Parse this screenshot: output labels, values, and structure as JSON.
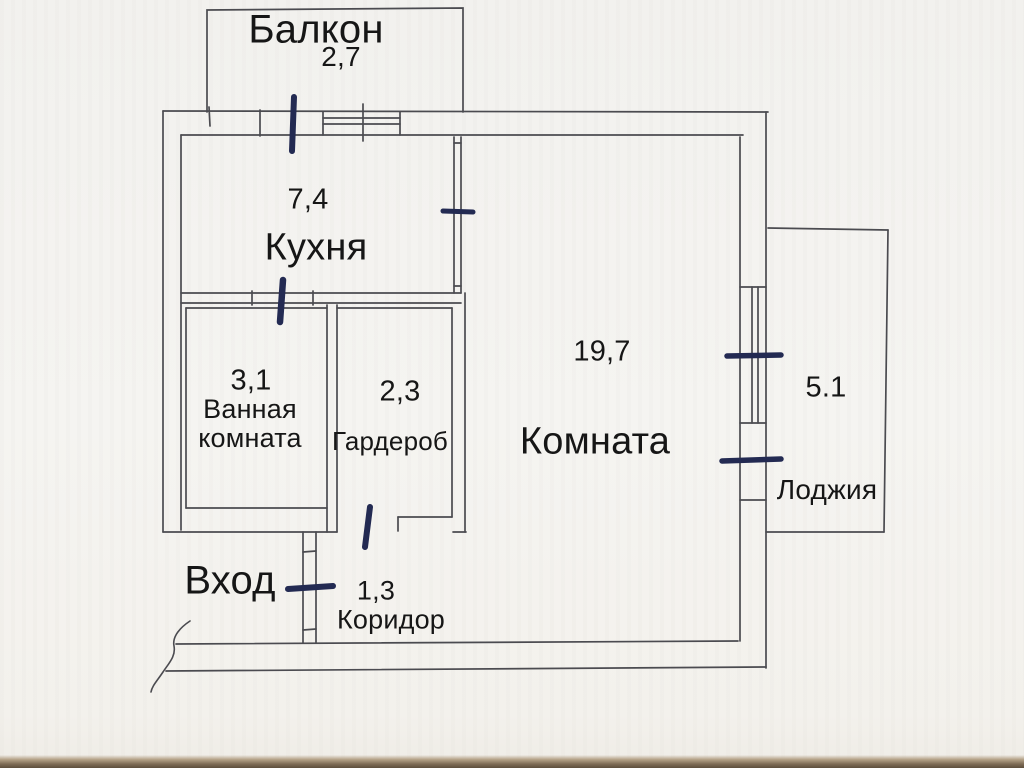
{
  "document": {
    "type": "apartment-floor-plan-scan"
  },
  "plan": {
    "balcony": {
      "label": "Балкон",
      "area": "2,7"
    },
    "kitchen": {
      "label": "Кухня",
      "area": "7,4"
    },
    "bathroom": {
      "label_line1": "Ванная",
      "label_line2": "комната",
      "area": "3,1"
    },
    "wardrobe": {
      "label": "Гардероб",
      "area": "2,3"
    },
    "room": {
      "label": "Комната",
      "area": "19,7"
    },
    "loggia": {
      "label": "Лоджия",
      "area": "5.1"
    },
    "corridor": {
      "label": "Коридор",
      "area": "1,3"
    },
    "entrance": {
      "label": "Вход"
    }
  },
  "colors": {
    "paper": "#f4f3f0",
    "pencil_line": "#4b4b50",
    "ink_door_mark": "#232a52",
    "label_text": "#161616",
    "scan_edge_brown": "#5d4e3c"
  }
}
